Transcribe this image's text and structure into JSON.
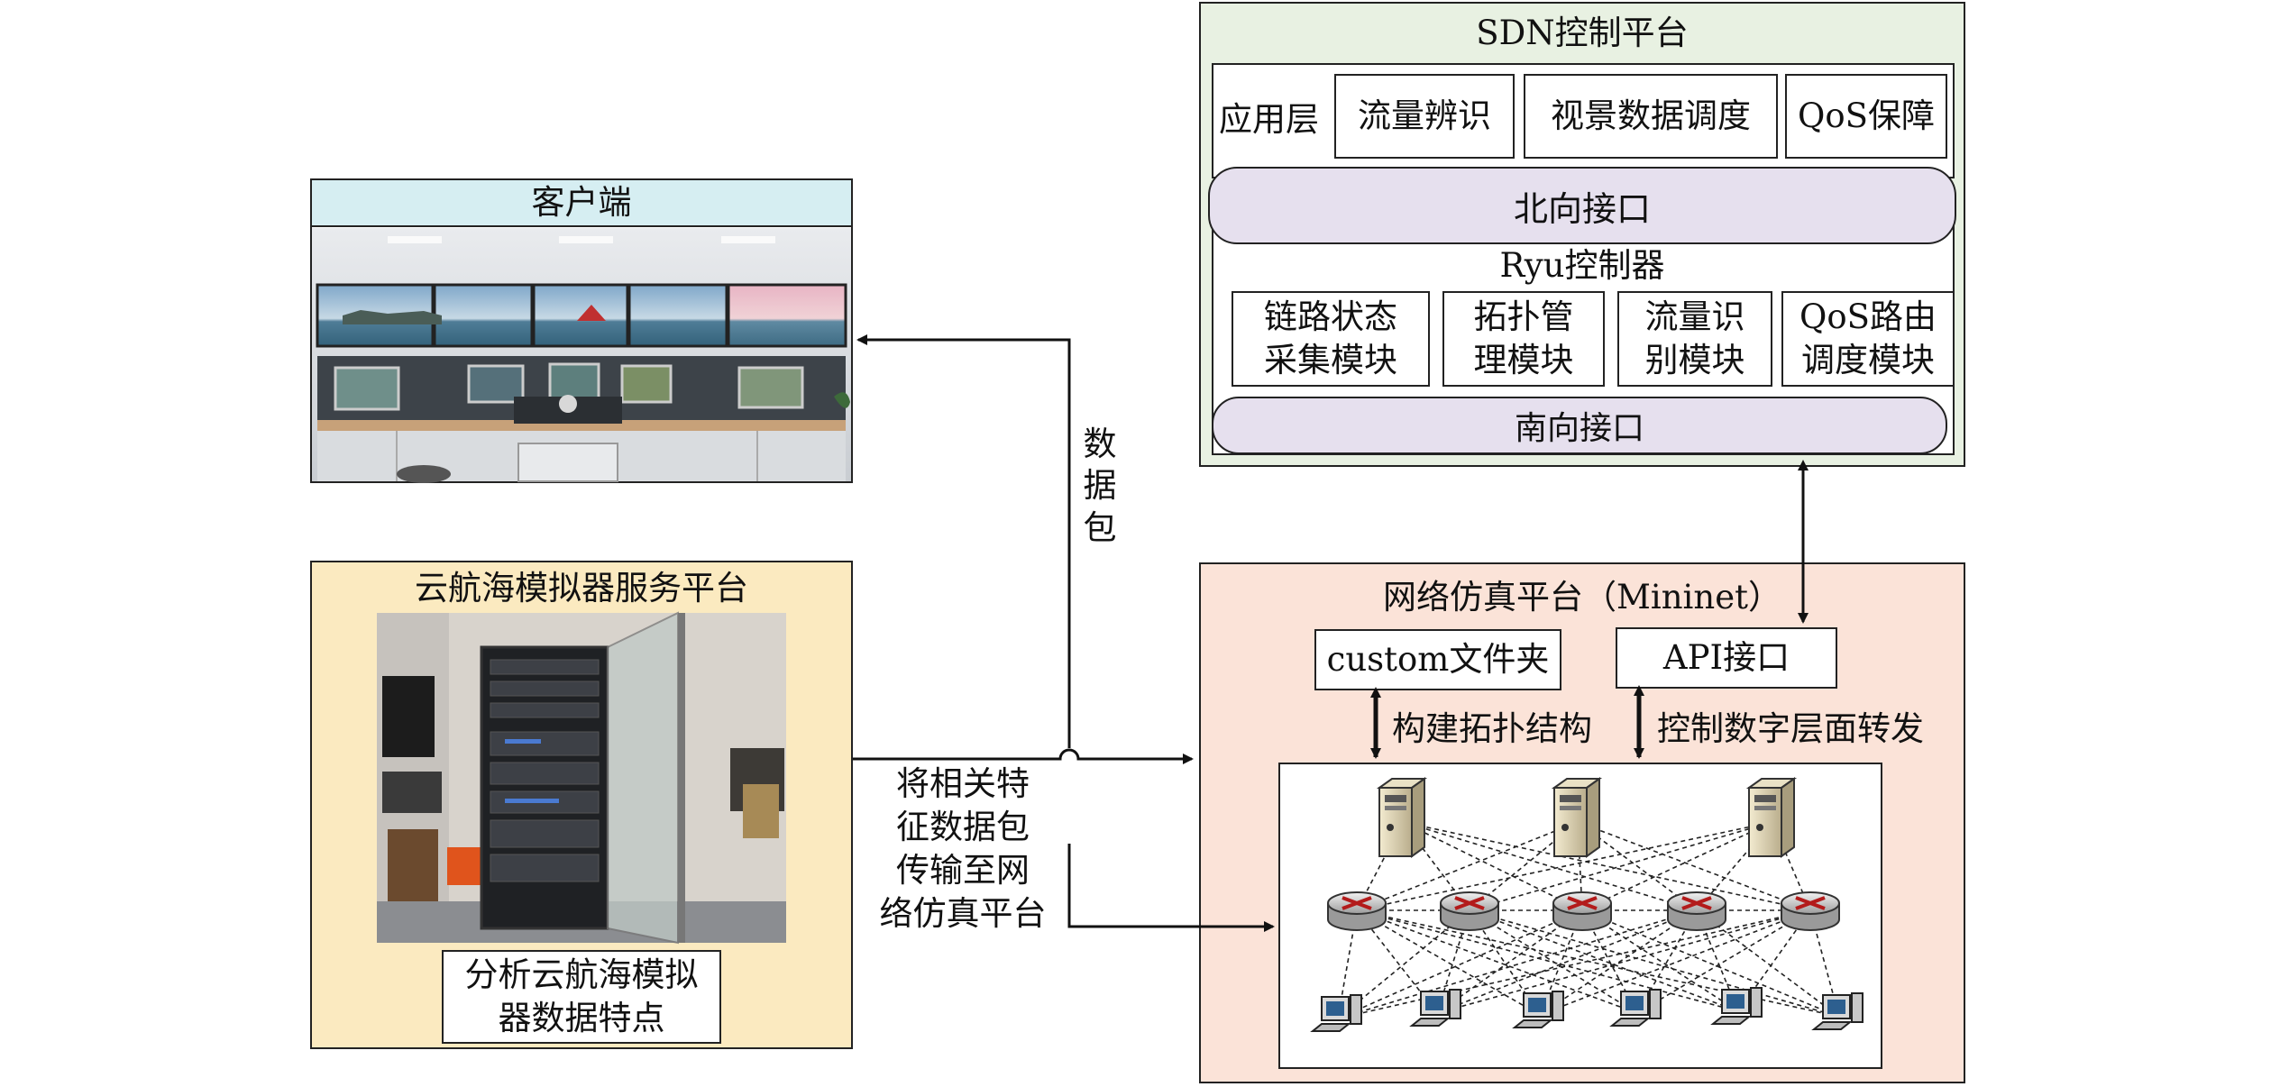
{
  "sdn": {
    "title": "SDN控制平台",
    "app_layer_label": "应用层",
    "apps": [
      "流量辨识",
      "视景数据调度",
      "QoS保障"
    ],
    "northbound": "北向接口",
    "controller_title": "Ryu控制器",
    "modules": [
      {
        "line1": "链路状态",
        "line2": "采集模块"
      },
      {
        "line1": "拓扑管",
        "line2": "理模块"
      },
      {
        "line1": "流量识",
        "line2": "别模块"
      },
      {
        "line1": "QoS路由",
        "line2": "调度模块"
      }
    ],
    "southbound": "南向接口"
  },
  "client": {
    "title": "客户端"
  },
  "cloud": {
    "title": "云航海模拟器服务平台",
    "analysis_line1": "分析云航海模拟",
    "analysis_line2": "器数据特点"
  },
  "mininet": {
    "title": "网络仿真平台（Mininet）",
    "custom_folder": "custom文件夹",
    "api": "API接口",
    "build_topology": "构建拓扑结构",
    "control_forwarding": "控制数字层面转发"
  },
  "labels": {
    "packet": [
      "数",
      "据",
      "包"
    ],
    "transfer": [
      "将相关特",
      "征数据包",
      "传输至网",
      "络仿真平台"
    ]
  },
  "colors": {
    "sdn_bg": "#e8f1e2",
    "client_title_bg": "#d6eef2",
    "cloud_bg": "#fbeac0",
    "mininet_bg": "#fbe3d8",
    "pill_bg": "#e6e0ee"
  }
}
